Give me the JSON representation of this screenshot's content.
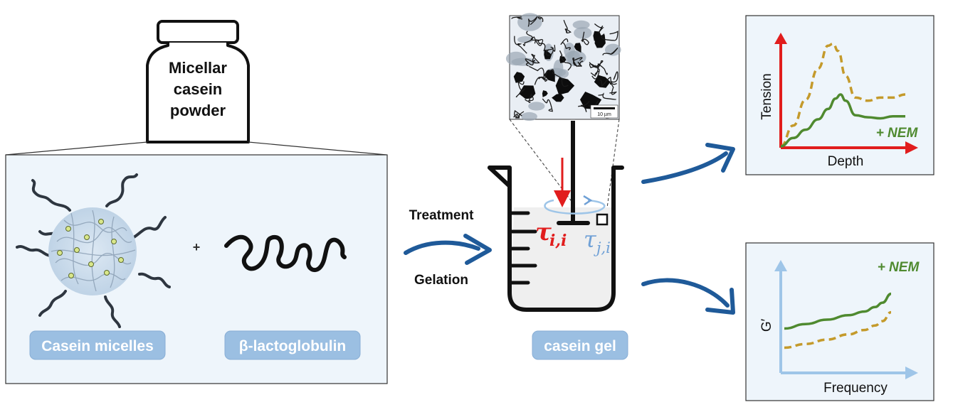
{
  "jar": {
    "label_lines": [
      "Micellar",
      "casein",
      "powder"
    ]
  },
  "left_panel": {
    "plus": "+",
    "casein_label": "Casein micelles",
    "lactoglobulin_label": "β-lactoglobulin"
  },
  "process": {
    "treatment": "Treatment",
    "gelation": "Gelation"
  },
  "beaker": {
    "label": "casein gel",
    "scalebar": "10 µm",
    "tau_normal_main": "τ",
    "tau_normal_sub": "i,i",
    "tau_shear_main": "τ",
    "tau_shear_sub": "j,i"
  },
  "colors": {
    "navy": "#1f5a99",
    "red": "#e11d1d",
    "green": "#4f8a2f",
    "gold": "#c49a2b",
    "lightblue": "#9ec5e8",
    "pill": "#9bbfe2",
    "panel_bg": "#eef5fb"
  },
  "chart_data": [
    {
      "type": "line",
      "xlabel": "Depth",
      "ylabel": "Tension",
      "annotation": "+ NEM",
      "grid": false,
      "series": [
        {
          "style": "dashed",
          "color": "#c49a2b",
          "x": [
            0,
            0.1,
            0.2,
            0.3,
            0.38,
            0.42,
            0.46,
            0.52,
            0.6,
            0.7,
            0.8,
            0.9,
            1.0
          ],
          "y": [
            0,
            0.2,
            0.45,
            0.75,
            0.97,
            0.99,
            0.92,
            0.68,
            0.47,
            0.44,
            0.47,
            0.47,
            0.5
          ]
        },
        {
          "style": "solid",
          "color": "#4f8a2f",
          "x": [
            0,
            0.1,
            0.2,
            0.3,
            0.38,
            0.44,
            0.48,
            0.52,
            0.6,
            0.7,
            0.8,
            0.9,
            1.0
          ],
          "y": [
            0,
            0.08,
            0.16,
            0.26,
            0.36,
            0.46,
            0.5,
            0.44,
            0.3,
            0.28,
            0.27,
            0.29,
            0.29
          ]
        }
      ]
    },
    {
      "type": "line",
      "xlabel": "Frequency",
      "ylabel": "G′",
      "annotation": "+ NEM",
      "grid": false,
      "series": [
        {
          "style": "solid",
          "color": "#4f8a2f",
          "x": [
            0,
            0.2,
            0.4,
            0.6,
            0.75,
            0.85,
            0.92,
            1.0
          ],
          "y": [
            0.38,
            0.44,
            0.5,
            0.56,
            0.61,
            0.67,
            0.73,
            0.85
          ]
        },
        {
          "style": "dashed",
          "color": "#c49a2b",
          "x": [
            0,
            0.2,
            0.4,
            0.6,
            0.75,
            0.85,
            0.92,
            1.0
          ],
          "y": [
            0.12,
            0.17,
            0.23,
            0.3,
            0.36,
            0.42,
            0.48,
            0.6
          ]
        }
      ]
    }
  ]
}
